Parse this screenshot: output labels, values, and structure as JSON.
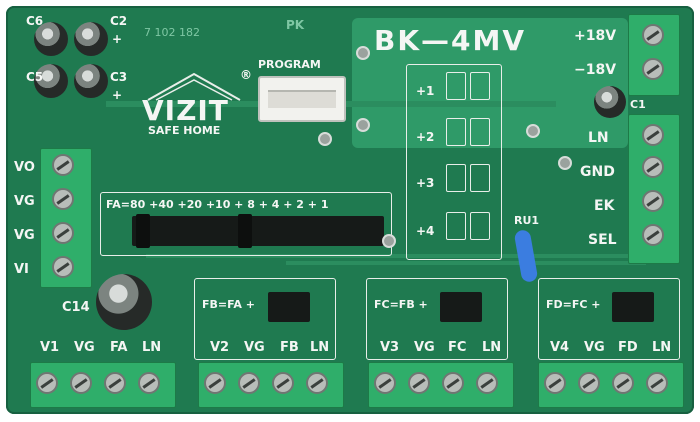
{
  "labels": {
    "c6": "C6",
    "c2": "C2",
    "c5": "C5",
    "c3": "C3",
    "plus1": "+",
    "plus2": "+",
    "partnum": "7 102 182",
    "pk": "PK",
    "program": "PROGRAM",
    "model": "BK—4MV",
    "brand": "VIZIT",
    "registered": "®",
    "brand_sub": "SAFE HOME",
    "out_18_pos": "+18V",
    "out_18_neg": "−18V",
    "c1": "C1",
    "line": "LN",
    "gnd": "GND",
    "ek": "EK",
    "sel": "SEL",
    "left_vo": "VO",
    "left_vg1": "VG",
    "left_vg2": "VG",
    "left_vi": "VI",
    "fa_row": "FA=80 +40 +20 +10 + 8 + 4 + 2 + 1",
    "ru1": "RU1",
    "c14": "C14",
    "mod_1": "+1",
    "mod_2": "+2",
    "mod_3": "+3",
    "mod_4": "+4",
    "fb_eq": "FB=FA +",
    "fc_eq": "FC=FB +",
    "fd_eq": "FD=FC +",
    "g1": [
      "V1",
      "VG",
      "FA",
      "LN"
    ],
    "g2": [
      "V2",
      "VG",
      "FB",
      "LN"
    ],
    "g3": [
      "V3",
      "VG",
      "FC",
      "LN"
    ],
    "g4": [
      "V4",
      "VG",
      "FD",
      "LN"
    ]
  }
}
